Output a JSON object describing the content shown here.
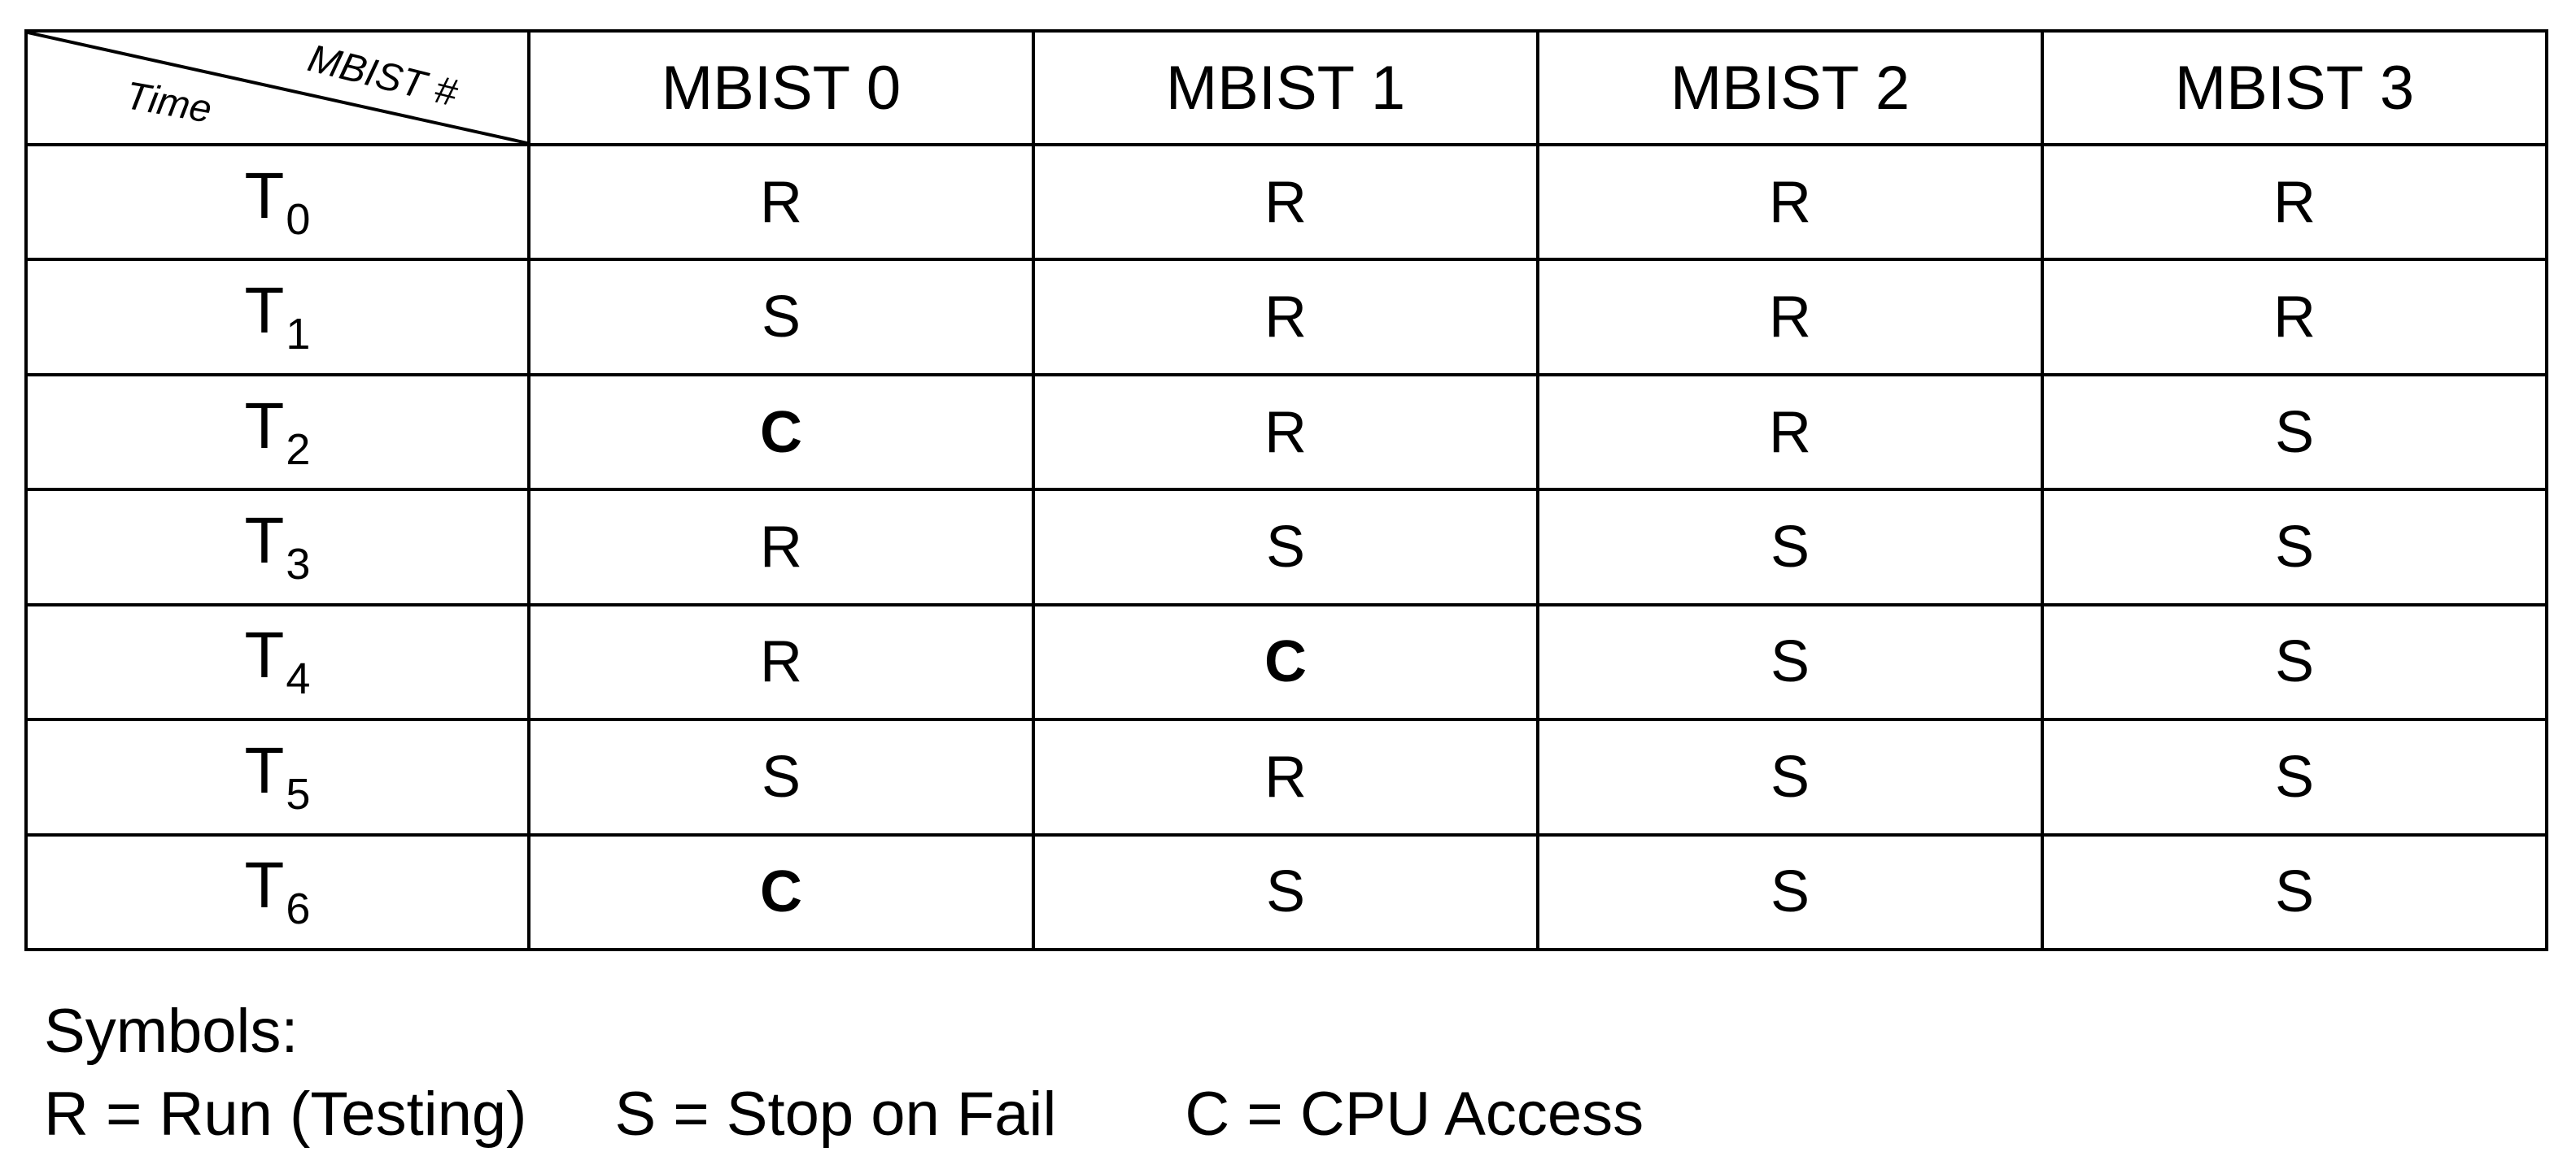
{
  "header": {
    "corner_top": "MBIST #",
    "corner_bottom": "Time",
    "columns": [
      "MBIST 0",
      "MBIST 1",
      "MBIST 2",
      "MBIST 3"
    ]
  },
  "rows": [
    {
      "time": "T",
      "sub": "0",
      "cells": [
        "R",
        "R",
        "R",
        "R"
      ]
    },
    {
      "time": "T",
      "sub": "1",
      "cells": [
        "S",
        "R",
        "R",
        "R"
      ]
    },
    {
      "time": "T",
      "sub": "2",
      "cells": [
        "C",
        "R",
        "R",
        "S"
      ]
    },
    {
      "time": "T",
      "sub": "3",
      "cells": [
        "R",
        "S",
        "S",
        "S"
      ]
    },
    {
      "time": "T",
      "sub": "4",
      "cells": [
        "R",
        "C",
        "S",
        "S"
      ]
    },
    {
      "time": "T",
      "sub": "5",
      "cells": [
        "S",
        "R",
        "S",
        "S"
      ]
    },
    {
      "time": "T",
      "sub": "6",
      "cells": [
        "C",
        "S",
        "S",
        "S"
      ]
    }
  ],
  "legend": {
    "title": "Symbols:",
    "items": [
      "R = Run (Testing)",
      "S = Stop on Fail",
      "C = CPU Access"
    ]
  }
}
